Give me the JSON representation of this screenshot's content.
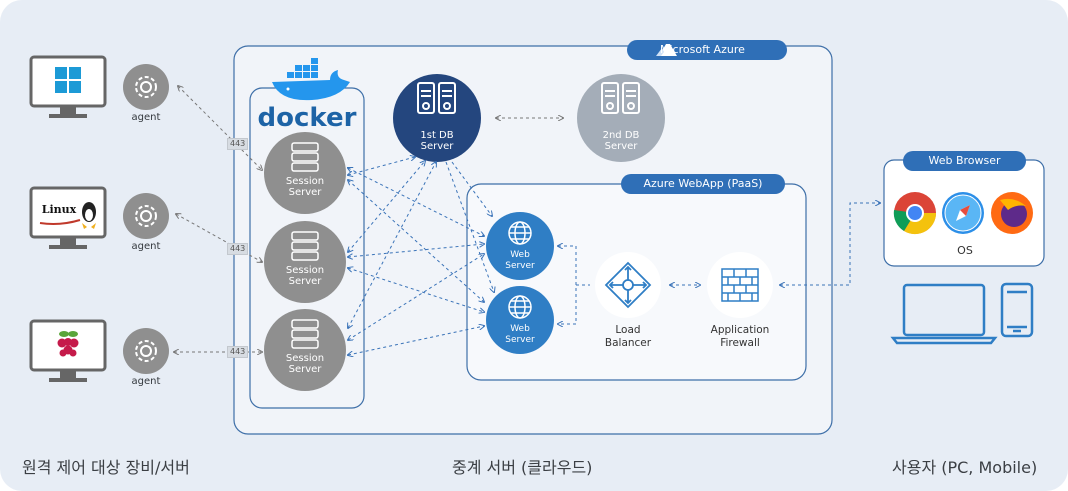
{
  "panels": {
    "azure": "Microsoft Azure",
    "webapp": "Azure WebApp (PaaS)",
    "browser": "Web Browser",
    "docker": "docker"
  },
  "devices": {
    "agent_label": "agent",
    "linux_label": "Linux"
  },
  "ports": [
    "443",
    "443",
    "443"
  ],
  "servers": {
    "session": [
      "Session",
      "Server"
    ],
    "db1": [
      "1st DB",
      "Server"
    ],
    "db2": [
      "2nd DB",
      "Server"
    ],
    "web": [
      "Web",
      "Server"
    ]
  },
  "components": {
    "load_balancer": [
      "Load",
      "Balancer"
    ],
    "firewall": [
      "Application",
      "Firewall"
    ],
    "os": "OS"
  },
  "captions": {
    "left": "원격 제어 대상 장비/서버",
    "middle": "중계 서버 (클라우드)",
    "right": "사용자 (PC, Mobile)"
  },
  "colors": {
    "gray_node": "#8f8f8f",
    "blue_node": "#2f7ec5",
    "dark_blue": "#24467e",
    "panel_border": "#3e6fa8"
  }
}
